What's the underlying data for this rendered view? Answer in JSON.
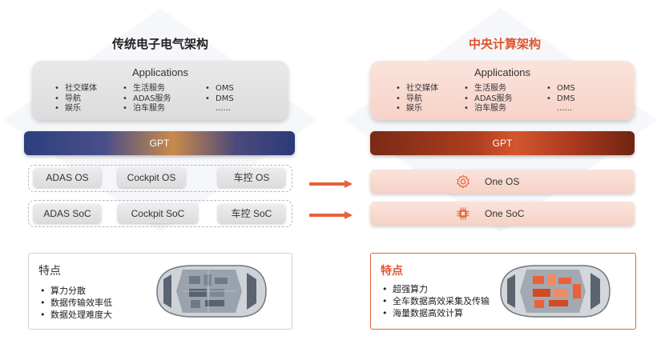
{
  "left": {
    "title": "传统电子电气架构",
    "apps_title": "Applications",
    "apps_col1": [
      "社交媒体",
      "导航",
      "娱乐"
    ],
    "apps_col2": [
      "生活服务",
      "ADAS服务",
      "泊车服务"
    ],
    "apps_col3": [
      "OMS",
      "DMS",
      "......"
    ],
    "gpt": "GPT",
    "os_row": [
      "ADAS OS",
      "Cockpit OS",
      "车控 OS"
    ],
    "soc_row": [
      "ADAS SoC",
      "Cockpit SoC",
      "车控 SoC"
    ],
    "feature_title": "特点",
    "features": [
      "算力分散",
      "数据传输效率低",
      "数据处理难度大"
    ]
  },
  "right": {
    "title": "中央计算架构",
    "apps_title": "Applications",
    "apps_col1": [
      "社交媒体",
      "导航",
      "娱乐"
    ],
    "apps_col2": [
      "生活服务",
      "ADAS服务",
      "泊车服务"
    ],
    "apps_col3": [
      "OMS",
      "DMS",
      "......"
    ],
    "gpt": "GPT",
    "one_os": "One OS",
    "one_soc": "One SoC",
    "feature_title": "特点",
    "features": [
      "超强算力",
      "全车数据高效采集及传输",
      "海量数据高效计算"
    ]
  },
  "colors": {
    "accent": "#e8613a",
    "accent_text": "#e0542c",
    "grey_panel": "#e2e2e2",
    "pink_panel": "#f8d9cf"
  },
  "icons": [
    "gear-icon",
    "chip-icon",
    "arrow-right-icon",
    "car-topview-icon"
  ]
}
